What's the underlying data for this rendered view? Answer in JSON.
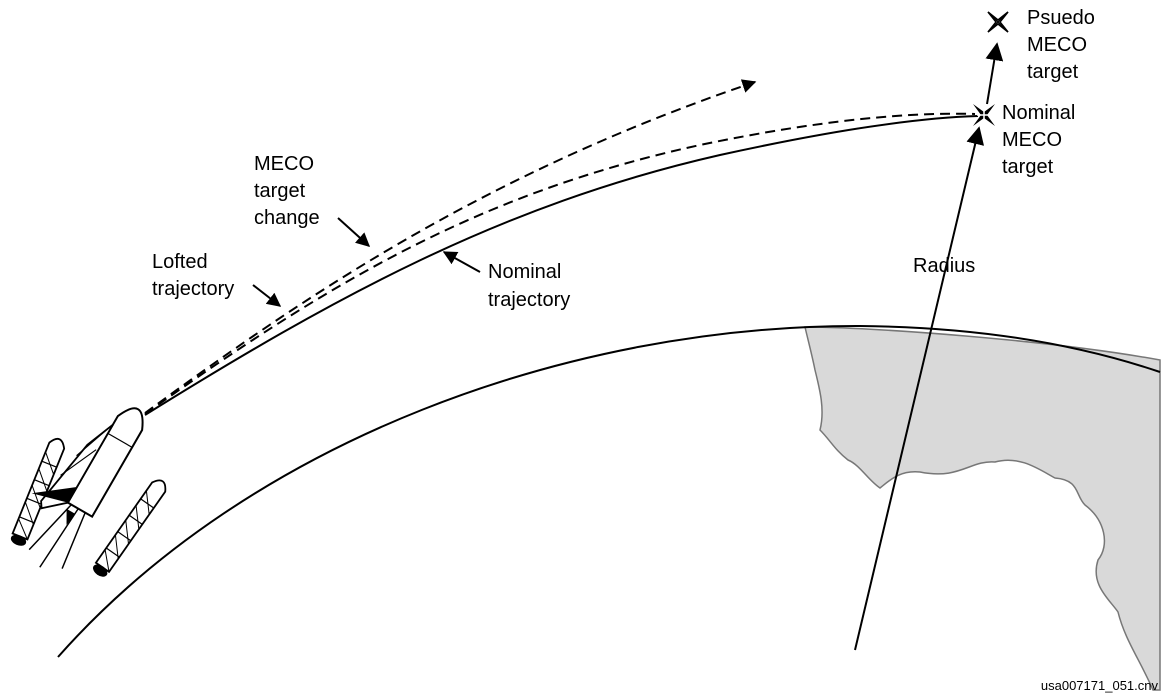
{
  "labels": {
    "pseudo_meco_target": [
      "Psuedo",
      "MECO",
      "target"
    ],
    "nominal_meco_target": [
      "Nominal",
      "MECO",
      "target"
    ],
    "meco_target_change": [
      "MECO",
      "target",
      "change"
    ],
    "lofted_trajectory": [
      "Lofted",
      "trajectory"
    ],
    "nominal_trajectory": [
      "Nominal",
      "trajectory"
    ],
    "radius": "Radius",
    "file_id": "usa007171_051.cnv"
  },
  "colors": {
    "land_fill": "#d9d9d9",
    "ink": "#000000",
    "background": "#ffffff"
  },
  "icons": {
    "pseudo_target": "hollow-cross-target-icon",
    "nominal_target": "solid-cross-target-icon",
    "vehicle": "space-shuttle-stack-icon"
  }
}
